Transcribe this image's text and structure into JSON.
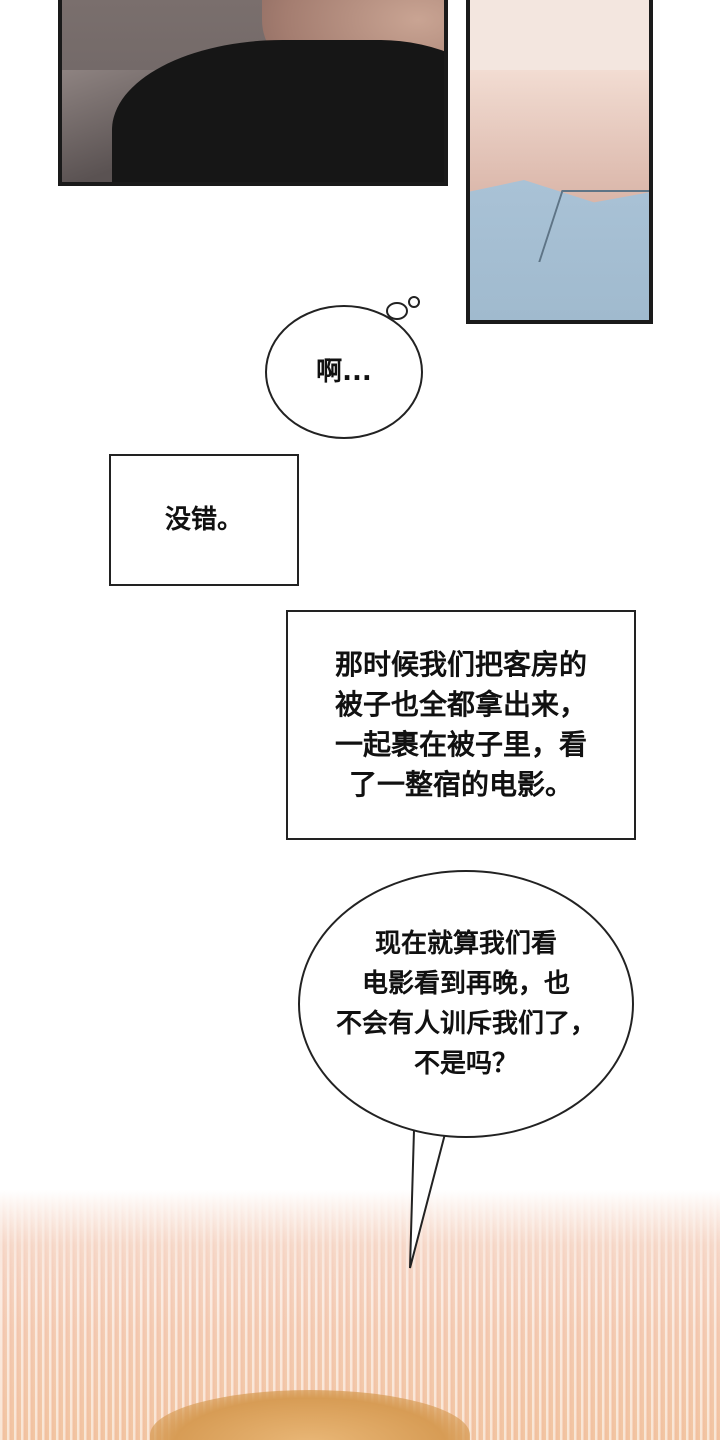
{
  "dialogue": {
    "thought_bubble": "啊...",
    "box_1": "没错。",
    "box_2": "那时候我们把客房的\n被子也全都拿出来，\n一起裹在被子里，看\n了一整宿的电影。",
    "speech_bubble": "现在就算我们看\n电影看到再晚，也\n不会有人训斥我们了，\n不是吗？"
  },
  "colors": {
    "ink": "#222222",
    "shirt_blue": "#a9c2d6",
    "shirt_dark": "#161616",
    "warm_bg": "#f4cfb6"
  }
}
